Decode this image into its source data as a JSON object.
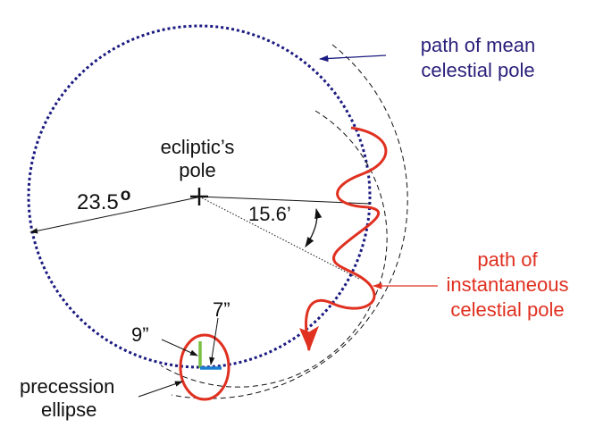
{
  "labels": {
    "mean_pole_line1": "path of mean",
    "mean_pole_line2": "celestial pole",
    "ecliptic_line1": "ecliptic’s",
    "ecliptic_line2": "pole",
    "angle_obliquity": "23.5",
    "angle_obliquity_unit": "o",
    "angle_nutation": "15.6’",
    "inst_line1": "path of",
    "inst_line2": "instantaneous",
    "inst_line3": "celestial pole",
    "nut_9": "9”",
    "nut_7": "7”",
    "prec_line1": "precession",
    "prec_line2": "ellipse"
  },
  "colors": {
    "mean_path": "#1a1a80",
    "mean_label": "#2a1f7a",
    "instantaneous": "#e03020",
    "green_axis": "#7ac142",
    "blue_axis": "#1a7fd0",
    "ink": "#111111"
  }
}
